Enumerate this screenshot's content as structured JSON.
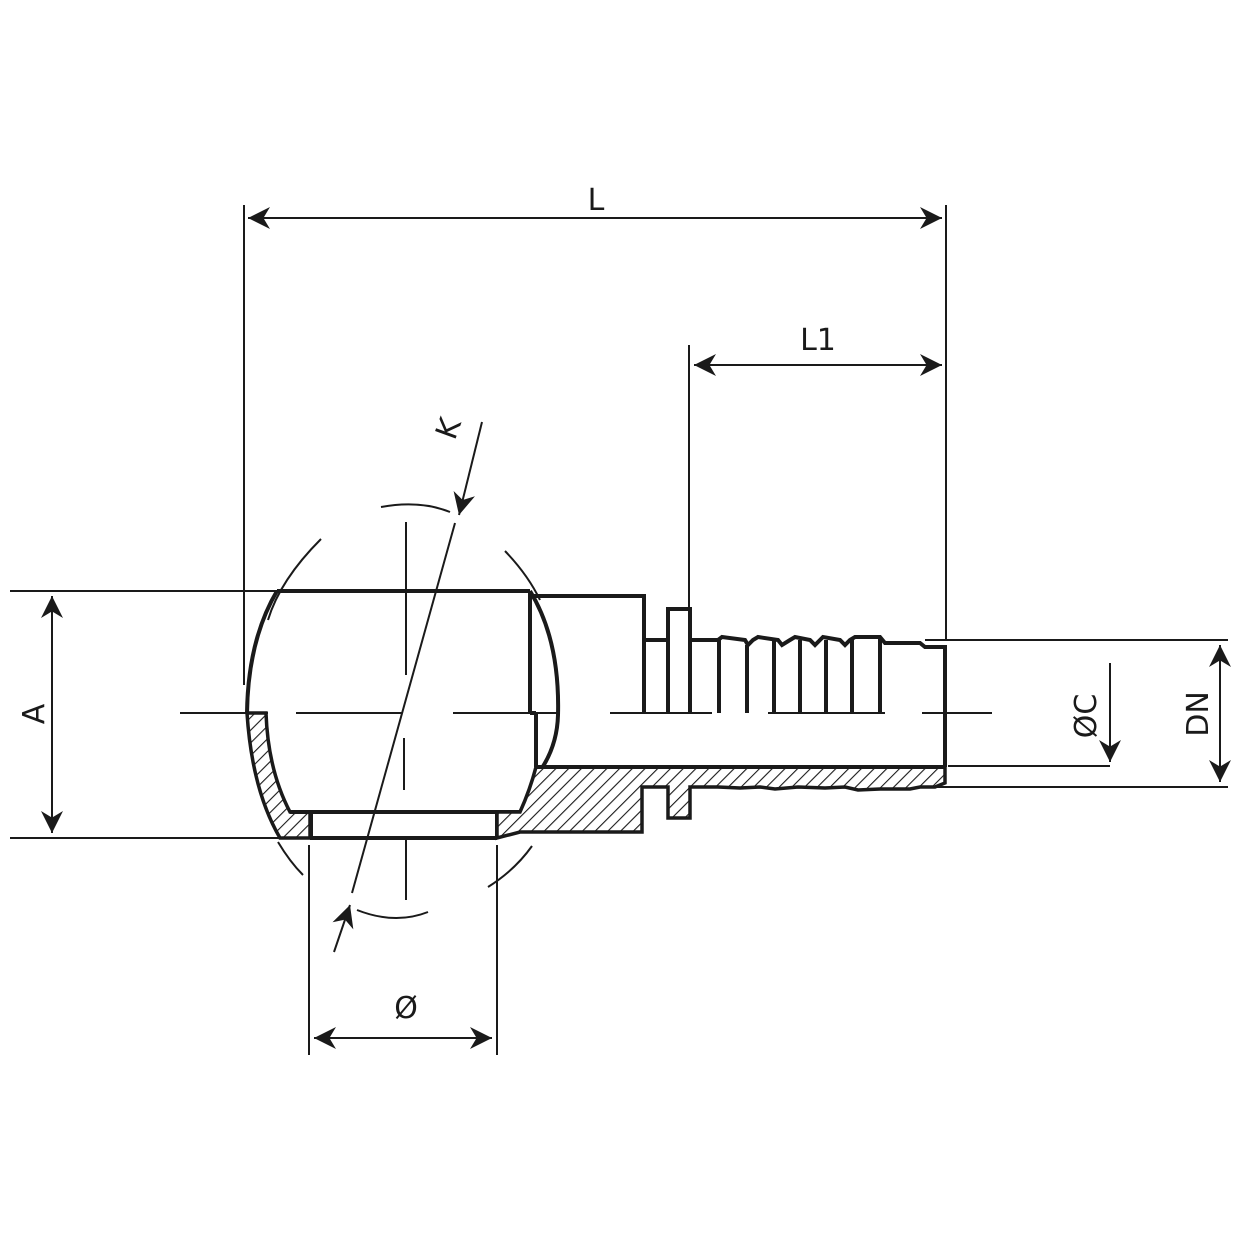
{
  "drawing": {
    "title": "Banjo hose fitting - technical drawing",
    "line_color": "#1a1a1a",
    "background": "#ffffff"
  },
  "dimensions": {
    "L": "L",
    "L1": "L1",
    "K": "K",
    "A": "A",
    "bore_diameter": "Ø",
    "C_diameter": "ØC",
    "DN": "DN"
  }
}
